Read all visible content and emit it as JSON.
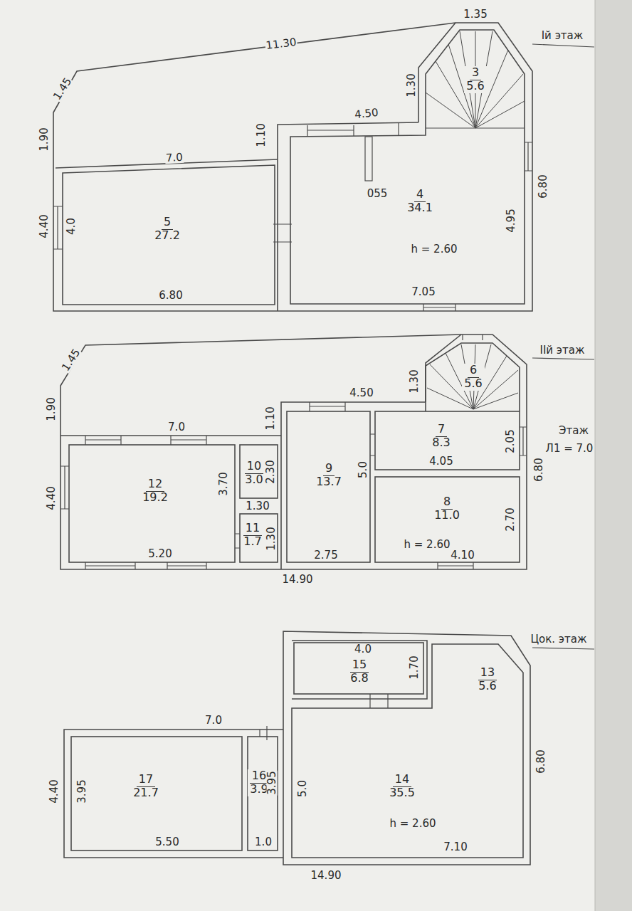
{
  "diagram": {
    "nodes": [
      {
        "text": [
          "3",
          "5.6"
        ]
      },
      {
        "text": [
          "4",
          "34.1"
        ]
      },
      {
        "text": [
          "5",
          "27.2"
        ]
      },
      {
        "text": [
          "6",
          "5.6"
        ]
      },
      {
        "text": [
          "7",
          "8.3"
        ]
      },
      {
        "text": [
          "8",
          "11.0"
        ]
      },
      {
        "text": [
          "9",
          "13.7"
        ]
      },
      {
        "text": [
          "10",
          "3.0"
        ]
      },
      {
        "text": [
          "11",
          "1.7"
        ]
      },
      {
        "text": [
          "12",
          "19.2"
        ]
      },
      {
        "text": [
          "15",
          "6.8"
        ]
      },
      {
        "text": [
          "13",
          "5.6"
        ]
      },
      {
        "text": [
          "17",
          "21.7"
        ]
      },
      {
        "text": [
          "16",
          "3.9"
        ]
      },
      {
        "text": [
          "14",
          "35.5"
        ]
      }
    ],
    "labels": [
      "Iй этаж",
      "11.30",
      "1.35",
      "1.45",
      "1.90",
      "4.40",
      "4.0",
      "7.0",
      "1.10",
      "4.50",
      "1.30",
      "6.80",
      "4.95",
      "055",
      "h = 2.60",
      "6.80",
      "7.05",
      "IIй этаж",
      "1.45",
      "1.90",
      "4.40",
      "7.0",
      "1.10",
      "4.50",
      "1.30",
      "6.80",
      "2.05",
      "4.05",
      "2.70",
      "5.0",
      "3.70",
      "2.30",
      "1.30",
      "1.30",
      "h = 2.60",
      "5.20",
      "2.75",
      "4.10",
      "14.90",
      "Этаж",
      "Л1 = 7.0",
      "Цок. этаж",
      "4.0",
      "1.70",
      "7.0",
      "4.40",
      "3.95",
      "3.95",
      "5.0",
      "6.80",
      "h = 2.60",
      "5.50",
      "1.0",
      "7.10",
      "14.90"
    ]
  }
}
